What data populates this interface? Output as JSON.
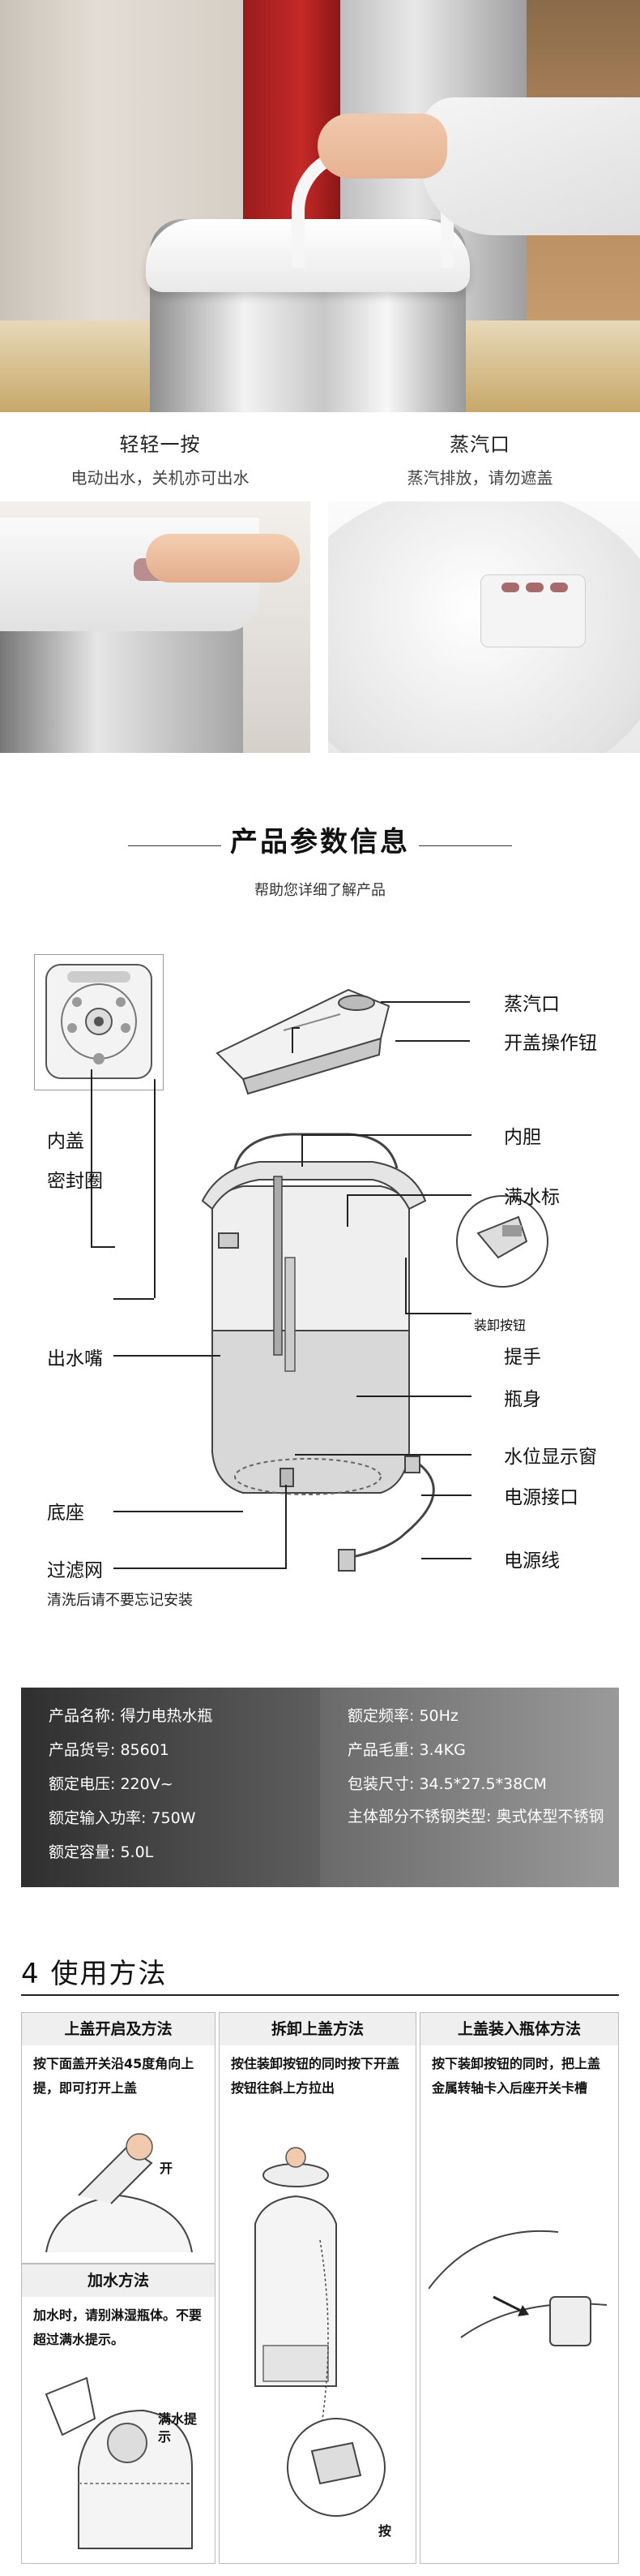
{
  "features": [
    {
      "title": "轻轻一按",
      "desc": "电动出水，关机亦可出水"
    },
    {
      "title": "蒸汽口",
      "desc": "蒸汽排放，请勿遮盖"
    }
  ],
  "section": {
    "title": "产品参数信息",
    "subtitle": "帮助您详细了解产品"
  },
  "diagram": {
    "labels": {
      "steam": "蒸汽口",
      "lid_button": "开盖操作钮",
      "inner_lid": "内盖",
      "seal_ring": "密封圈",
      "inner_pot": "内胆",
      "full_mark": "满水标",
      "detach_button": "装卸按钮",
      "spout": "出水嘴",
      "handle": "提手",
      "body": "瓶身",
      "level_window": "水位显示窗",
      "base": "底座",
      "power_port": "电源接口",
      "filter": "过滤网",
      "power_cord": "电源线"
    },
    "filter_note": "清洗后请不要忘记安装"
  },
  "specs": {
    "left": [
      "产品名称: 得力电热水瓶",
      "产品货号: 85601",
      "额定电压: 220V~",
      "额定输入功率: 750W",
      "额定容量: 5.0L"
    ],
    "right": [
      "额定频率: 50Hz",
      "产品毛重: 3.4KG",
      "包装尺寸: 34.5*27.5*38CM",
      "主体部分不锈钢类型: 奥式体型不锈钢"
    ]
  },
  "usage": {
    "title": "4 使用方法",
    "steps": [
      {
        "title": "上盖开启及方法",
        "text": "按下面盖开关沿45度角向上提，即可打开上盖",
        "callout": "开"
      },
      {
        "title": "拆卸上盖方法",
        "text": "按住装卸按钮的同时按下开盖按钮往斜上方拉出",
        "callout": "按"
      },
      {
        "title": "上盖装入瓶体方法",
        "text": "按下装卸按钮的同时，把上盖金属转轴卡入后座开关卡槽"
      },
      {
        "title": "加水方法",
        "text": "加水时，请别淋湿瓶体。不要超过满水提示。",
        "callout": "满水提示"
      }
    ]
  }
}
